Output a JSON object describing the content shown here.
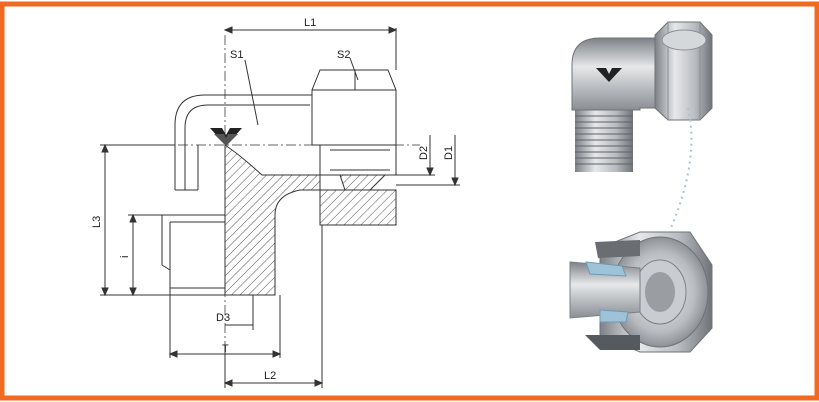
{
  "colors": {
    "frame": "#f26a21",
    "line": "#333333",
    "hatch": "#555555",
    "metal": "#b9bcc0",
    "metal_dark": "#7d8186",
    "metal_light": "#e6e8ea",
    "seal_blue": "#9ec3d9",
    "dotted": "#a8c4dc"
  },
  "icons": [
    "logo-chevron-icon"
  ],
  "labels": {
    "L1": "L1",
    "L2": "L2",
    "L3": "L3",
    "S1": "S1",
    "S2": "S2",
    "D1": "D1",
    "D2": "D2",
    "D3": "D3",
    "i": "i",
    "T": "T"
  }
}
